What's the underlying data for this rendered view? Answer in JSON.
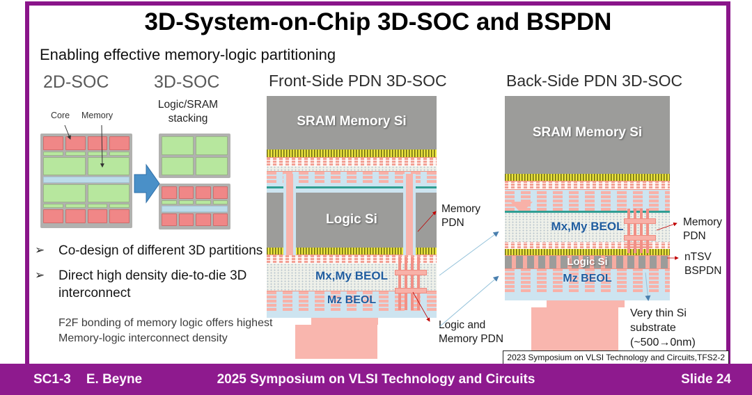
{
  "slide": {
    "title": "3D-System-on-Chip 3D-SOC and BSPDN",
    "subtitle": "Enabling effective memory-logic partitioning"
  },
  "partition": {
    "left_title": "2D-SOC",
    "right_title": "3D-SOC",
    "stacking": "Logic/SRAM stacking",
    "core": "Core",
    "memory": "Memory"
  },
  "bullets": {
    "marker": "➢",
    "item1": "Co-design of different 3D partitions",
    "item2": "Direct high density die-to-die 3D interconnect",
    "note": "F2F bonding of memory logic offers highest Memory-logic interconnect density"
  },
  "front_side": {
    "title": "Front-Side PDN 3D-SOC",
    "sram": "SRAM Memory Si",
    "logic": "Logic Si",
    "mxmy": "Mx,My BEOL",
    "mz": "Mz BEOL",
    "memory_pdn": "Memory PDN",
    "logic_memory_pdn": "Logic and Memory PDN"
  },
  "back_side": {
    "title": "Back-Side PDN 3D-SOC",
    "sram": "SRAM Memory Si",
    "mxmy": "Mx,My BEOL",
    "logic": "Logic Si",
    "mz": "Mz BEOL",
    "memory_pdn": "Memory PDN",
    "ntsv": "nTSV BSPDN",
    "substrate": "Very thin Si substrate (~500→0nm)"
  },
  "citation": "2023 Symposium on VLSI Technology and Circuits,TFS2-2",
  "footer": {
    "session": "SC1-3",
    "author": "E. Beyne",
    "conference": "2025 Symposium on VLSI Technology and Circuits",
    "slide_number": "Slide 24"
  },
  "colors": {
    "frame_purple": "#8A158A",
    "footer_purple": "#8E1A8E",
    "die_gray": "#9C9C9A",
    "salmon": "#F9B3AA",
    "light_blue": "#CDE4F0",
    "teal_bond": "#2F9E93",
    "feol_yellow": "#ECE43E",
    "beol_text_blue": "#1F5C9E",
    "annotation_red": "#C00000",
    "arrow_blue": "#4A90C8"
  }
}
